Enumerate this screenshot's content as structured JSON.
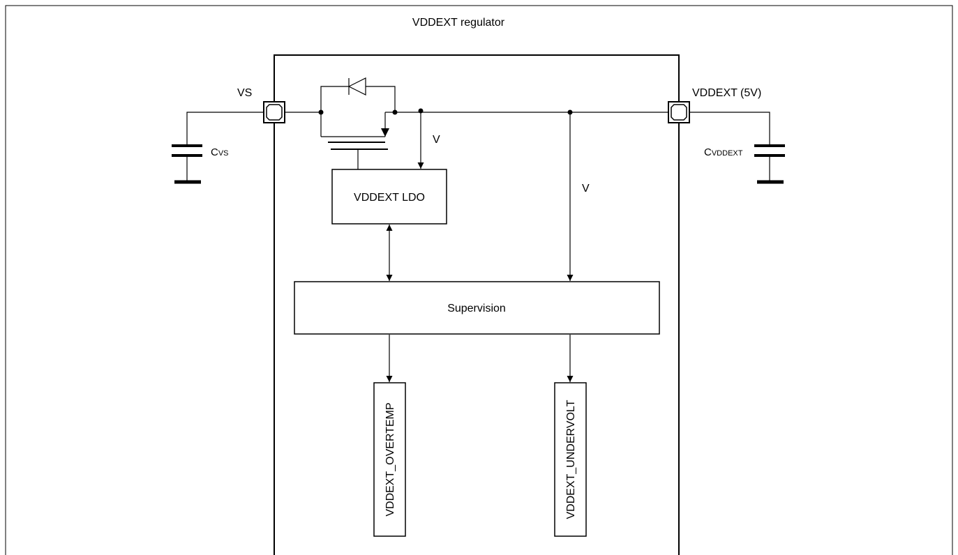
{
  "title": "VDDEXT regulator",
  "pins": {
    "vs": "VS",
    "vddext": "VDDEXT (5V)"
  },
  "capacitors": {
    "cvs": {
      "main": "C",
      "sub": "VS"
    },
    "cvddext": {
      "main": "C",
      "sub": "VDDEXT"
    }
  },
  "voltage_labels": {
    "ldo_sense": "V",
    "supervision_sense": "V"
  },
  "blocks": {
    "ldo": "VDDEXT LDO",
    "supervision": "Supervision"
  },
  "signals": {
    "overtemp": "VDDEXT_OVERTEMP",
    "undervolt": "VDDEXT_UNDERVOLT"
  }
}
